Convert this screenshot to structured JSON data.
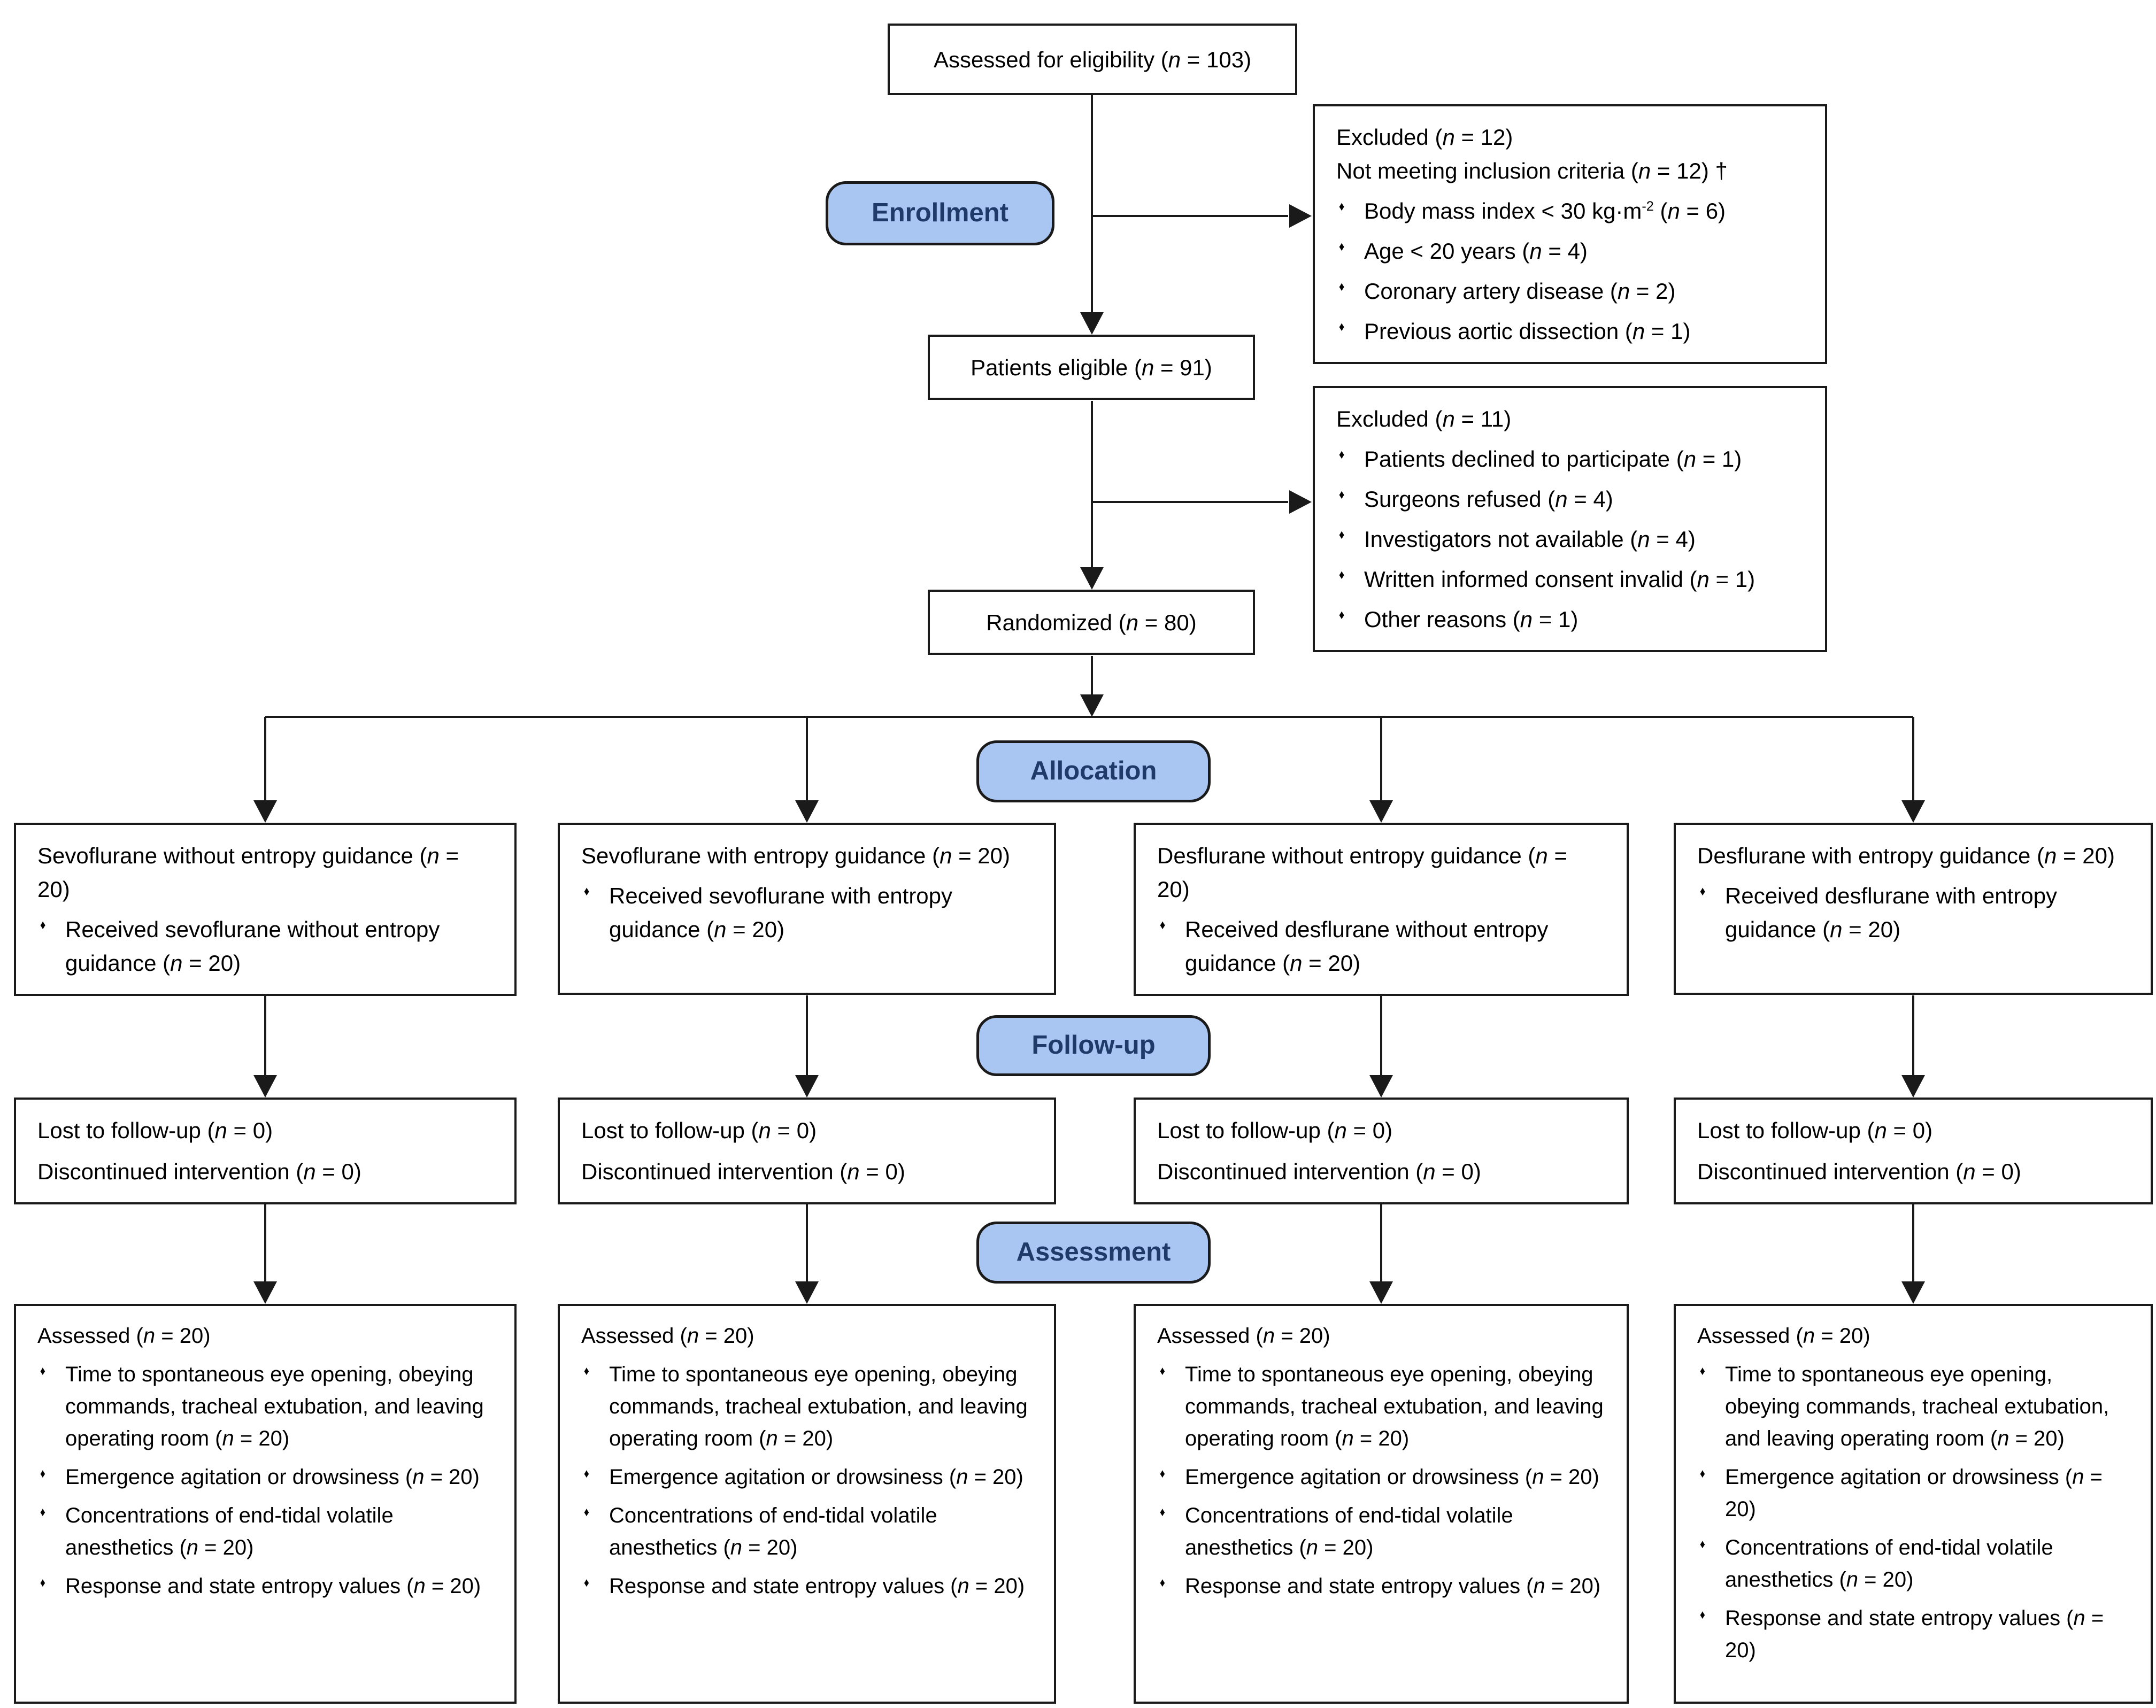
{
  "stage_labels": {
    "enrollment": "Enrollment",
    "allocation": "Allocation",
    "followup": "Follow-up",
    "assessment": "Assessment"
  },
  "icons": {
    "bullet_glyph": "♦"
  },
  "colors": {
    "stage_label_fill": "#A9C5F2",
    "stage_label_text": "#1F3A68",
    "box_border": "#1a1a1a",
    "line_color": "#1a1a1a"
  },
  "enrollment": {
    "assessed": "Assessed for eligibility (n = 103)",
    "eligible": "Patients eligible (n = 91)",
    "randomized": "Randomized (n = 80)",
    "excluded_first": {
      "title": "Excluded (n = 12)",
      "subtitle": "Not meeting inclusion criteria (n = 12) †",
      "reasons": [
        "Body mass index < 30 kg·m^-2 (n = 6)",
        "Age < 20 years (n = 4)",
        "Coronary artery disease (n = 2)",
        "Previous aortic dissection (n = 1)"
      ]
    },
    "excluded_second": {
      "title": "Excluded (n = 11)",
      "reasons": [
        "Patients declined to participate (n = 1)",
        "Surgeons refused (n = 4)",
        "Investigators not available (n = 4)",
        "Written informed consent invalid (n = 1)",
        "Other reasons (n = 1)"
      ]
    }
  },
  "arms": [
    {
      "allocation": {
        "title": "Sevoflurane without entropy guidance (n = 20)",
        "received": "Received sevoflurane without entropy guidance (n = 20)"
      },
      "followup": {
        "lost": "Lost to follow-up (n = 0)",
        "discontinued": "Discontinued intervention (n = 0)"
      },
      "assessment": {
        "title": "Assessed (n = 20)",
        "outcomes": [
          "Time to spontaneous eye opening, obeying commands, tracheal extubation, and leaving operating room (n = 20)",
          "Emergence agitation or drowsiness (n = 20)",
          "Concentrations of end-tidal volatile anesthetics (n = 20)",
          "Response and state entropy values (n = 20)"
        ]
      }
    },
    {
      "allocation": {
        "title": "Sevoflurane with entropy guidance (n = 20)",
        "received": "Received sevoflurane with entropy guidance (n = 20)"
      },
      "followup": {
        "lost": "Lost to follow-up (n = 0)",
        "discontinued": "Discontinued intervention (n = 0)"
      },
      "assessment": {
        "title": "Assessed (n = 20)",
        "outcomes": [
          "Time to spontaneous eye opening, obeying commands, tracheal extubation, and leaving operating room (n = 20)",
          "Emergence agitation or drowsiness (n = 20)",
          "Concentrations of end-tidal volatile anesthetics (n = 20)",
          "Response and state entropy values (n = 20)"
        ]
      }
    },
    {
      "allocation": {
        "title": "Desflurane without entropy guidance (n = 20)",
        "received": "Received desflurane without entropy guidance (n = 20)"
      },
      "followup": {
        "lost": "Lost to follow-up (n = 0)",
        "discontinued": "Discontinued intervention (n = 0)"
      },
      "assessment": {
        "title": "Assessed (n = 20)",
        "outcomes": [
          "Time to spontaneous eye opening, obeying commands, tracheal extubation, and leaving operating room (n = 20)",
          "Emergence agitation or drowsiness (n = 20)",
          "Concentrations of end-tidal volatile anesthetics (n = 20)",
          "Response and state entropy values (n = 20)"
        ]
      }
    },
    {
      "allocation": {
        "title": "Desflurane with entropy guidance (n = 20)",
        "received": "Received desflurane with entropy guidance (n = 20)"
      },
      "followup": {
        "lost": "Lost to follow-up (n = 0)",
        "discontinued": "Discontinued intervention (n = 0)"
      },
      "assessment": {
        "title": "Assessed (n = 20)",
        "outcomes": [
          "Time to spontaneous eye opening, obeying commands, tracheal extubation, and leaving operating room (n = 20)",
          "Emergence agitation or drowsiness (n = 20)",
          "Concentrations of end-tidal volatile anesthetics (n = 20)",
          "Response and state entropy values (n = 20)"
        ]
      }
    }
  ]
}
